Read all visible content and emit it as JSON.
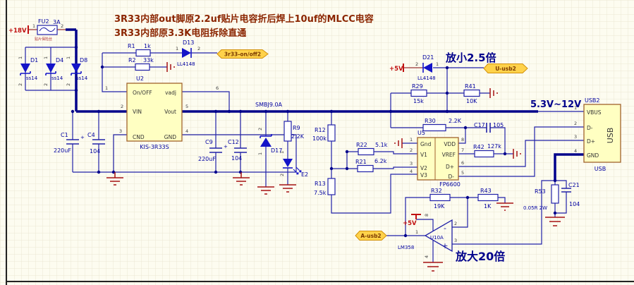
{
  "notes": {
    "line1": "3R33内部out脚原2.2uf贴片电容折后焊上10uf的MLCC电容",
    "line2": "3R33内部原3.3K电阻拆除直通",
    "scale_down": "放小2.5倍",
    "scale_up": "放大20倍",
    "range": "5.3V~12V",
    "tvs": "SMBJ9.0A"
  },
  "power": {
    "vin": "+18V",
    "v5": "+5V"
  },
  "nets": {
    "on_off": "3r33-on/off2",
    "u_usb2": "U-usb2",
    "a_usb2": "A-usb2"
  },
  "pin_digits": {
    "n1": "1",
    "n2": "2",
    "n3": "3",
    "n4": "4",
    "n5": "5",
    "n6": "6",
    "n7": "7",
    "n8": "8"
  },
  "parts": {
    "fu2": {
      "ref": "FU2",
      "value": "3A",
      "note": "贴片保险丝"
    },
    "d1": {
      "ref": "D1",
      "value": "ss14"
    },
    "d4": {
      "ref": "D4",
      "value": "ss14"
    },
    "d8": {
      "ref": "D8",
      "value": "ss14"
    },
    "r1": {
      "ref": "R1",
      "value": "1k"
    },
    "r2": {
      "ref": "R2",
      "value": "33k"
    },
    "d13": {
      "ref": "D13",
      "value": "LL4148"
    },
    "u2": {
      "ref": "U2",
      "part": "KIS-3R33S",
      "pins": {
        "on_off": "On/OFF",
        "vin": "VIN",
        "cnd": "CND",
        "vadj": "vadj",
        "vout": "Vout",
        "gnd": "GND"
      }
    },
    "c1": {
      "ref": "C1",
      "value": "220uF",
      "plus": "+"
    },
    "c4": {
      "ref": "C4",
      "value": "104"
    },
    "c9": {
      "ref": "C9",
      "value": "220uF",
      "plus": "+"
    },
    "c12": {
      "ref": "C12",
      "value": "104"
    },
    "d17": {
      "ref": "D17"
    },
    "r9": {
      "ref": "R9",
      "value": "2.2K"
    },
    "e2": {
      "ref": "E2"
    },
    "r12": {
      "ref": "R12",
      "value": "100k"
    },
    "r13": {
      "ref": "R13",
      "value": "7.5k"
    },
    "r22": {
      "ref": "R22",
      "value": "5.1k"
    },
    "r21": {
      "ref": "R21",
      "value": "6.2k"
    },
    "u5": {
      "ref": "U5",
      "part": "FP6600",
      "pins": {
        "gnd": "Gnd",
        "v1": "V1",
        "v2": "V2",
        "v3": "V3",
        "vdd": "VDD",
        "vref": "VREF",
        "dp": "D+",
        "dm": "D-"
      }
    },
    "r30": {
      "ref": "R30",
      "value": "2.2K"
    },
    "c17": {
      "ref": "C17",
      "value": "105"
    },
    "r42": {
      "ref": "R42",
      "value": "127k"
    },
    "d21": {
      "ref": "D21",
      "value": "LL4148"
    },
    "r29": {
      "ref": "R29",
      "value": "15k"
    },
    "r41": {
      "ref": "R41",
      "value": "10K"
    },
    "usb": {
      "ref": "USB2",
      "name": "USB",
      "footer": "USB",
      "pins": {
        "vbus": "VBUS",
        "dm": "D-",
        "dp": "D+",
        "gnd": "GND"
      }
    },
    "r53": {
      "ref": "R53",
      "value": "0.05R 2W"
    },
    "c21": {
      "ref": "C21",
      "value": "104"
    },
    "u10": {
      "ref": "U10A",
      "part": "LM358",
      "minus": "-",
      "plus": "+"
    },
    "r32": {
      "ref": "R32",
      "value": "19K"
    },
    "r43": {
      "ref": "R43",
      "value": "1K"
    }
  }
}
